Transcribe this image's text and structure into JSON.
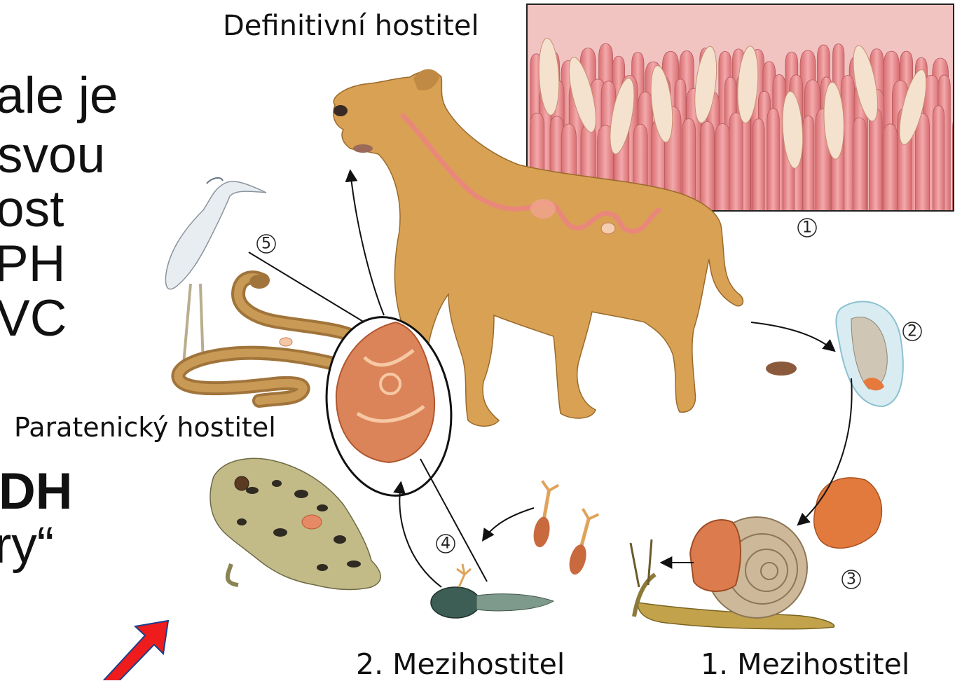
{
  "slide_text": {
    "line1": "ale je",
    "line2": "svou",
    "line3": "ost",
    "line4": "PH",
    "line5": "VC",
    "line6": "DH",
    "line7": "ry“"
  },
  "labels": {
    "definitive_host": "Definitivní hostitel",
    "paratenic_host": "Paratenický hostitel",
    "second_intermediate": "2. Mezihostitel",
    "first_intermediate": "1. Mezihostitel"
  },
  "stage_numbers": [
    "1",
    "2",
    "3",
    "4",
    "5"
  ],
  "colors": {
    "dog": "#d8a154",
    "intestine_bg": "#e9a8a8",
    "villi": "#e88f92",
    "cyst": "#dc8459",
    "snail_shell": "#c9b597",
    "frog": "#c2bb88",
    "pointer_arrow": "#ee1c1c"
  }
}
